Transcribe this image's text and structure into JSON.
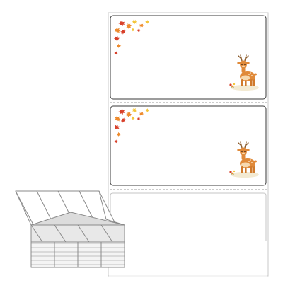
{
  "product": {
    "label_count_visible": 2,
    "theme": "autumn-deer",
    "colors": {
      "backing": "#ffffff",
      "backing_edge": "#c8c8c8",
      "label_border": "#3a3a3a",
      "perforation": "#9a9a9a",
      "leaf_red": "#d8402a",
      "leaf_orange": "#ee8a2c",
      "leaf_yellow": "#f4c53a",
      "deer_body": "#e08a3a",
      "deer_belly": "#f6d9b0",
      "deer_antler": "#8a5a2a"
    },
    "labels": [
      {
        "name": "label-1",
        "icons": [
          "maple-leaves-corner-icon",
          "deer-icon"
        ]
      },
      {
        "name": "label-2",
        "icons": [
          "maple-leaves-corner-icon",
          "deer-icon"
        ]
      }
    ],
    "fanfold_stack": {
      "visible": true,
      "columns": 4
    }
  }
}
